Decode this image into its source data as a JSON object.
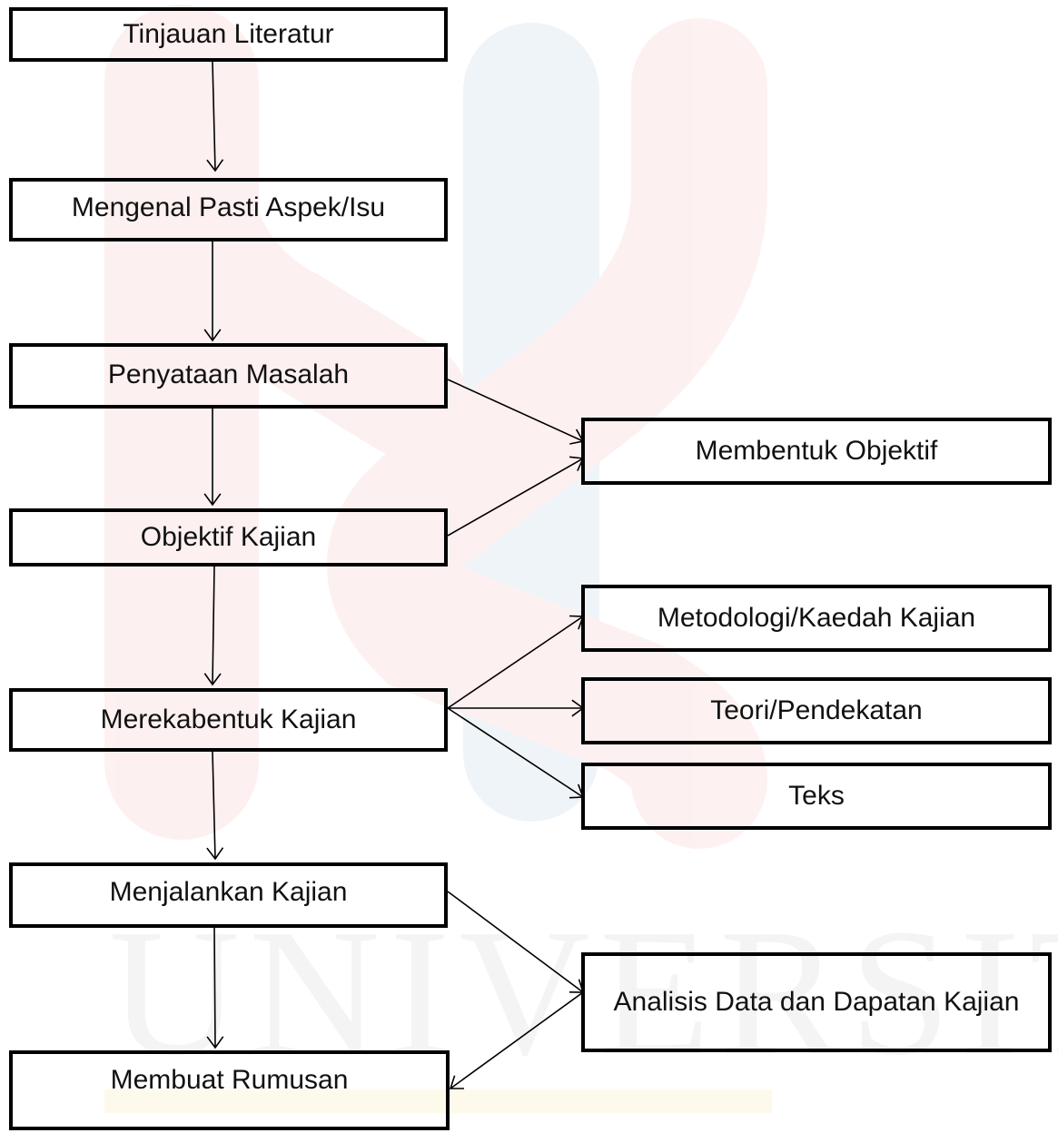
{
  "watermark": {
    "text": "UNIVERSITI",
    "colors": {
      "red": "#e8413a",
      "blue": "#2e6fb6",
      "gold": "#f2c400",
      "gray": "#555555"
    }
  },
  "colors": {
    "border": "#000000",
    "text": "#111111",
    "arrow": "#000000"
  },
  "nodes": {
    "tinjauan": "Tinjauan Literatur",
    "mengenal": "Mengenal Pasti Aspek/Isu",
    "penyataan": "Penyataan Masalah",
    "objektif": "Objektif Kajian",
    "merekabentuk": "Merekabentuk Kajian",
    "menjalankan": "Menjalankan Kajian",
    "membuat": "Membuat Rumusan",
    "membentuk": "Membentuk Objektif",
    "metodologi": "Metodologi/Kaedah Kajian",
    "teori": "Teori/Pendekatan",
    "teks": "Teks",
    "analisis": "Analisis Data dan Dapatan Kajian"
  },
  "edges": [
    {
      "from": "tinjauan",
      "to": "mengenal"
    },
    {
      "from": "mengenal",
      "to": "penyataan"
    },
    {
      "from": "penyataan",
      "to": "objektif"
    },
    {
      "from": "penyataan",
      "to": "membentuk"
    },
    {
      "from": "objektif",
      "to": "membentuk"
    },
    {
      "from": "objektif",
      "to": "merekabentuk"
    },
    {
      "from": "merekabentuk",
      "to": "metodologi"
    },
    {
      "from": "merekabentuk",
      "to": "teori"
    },
    {
      "from": "merekabentuk",
      "to": "teks"
    },
    {
      "from": "merekabentuk",
      "to": "menjalankan"
    },
    {
      "from": "menjalankan",
      "to": "analisis"
    },
    {
      "from": "menjalankan",
      "to": "membuat"
    },
    {
      "from": "analisis",
      "to": "membuat"
    }
  ]
}
